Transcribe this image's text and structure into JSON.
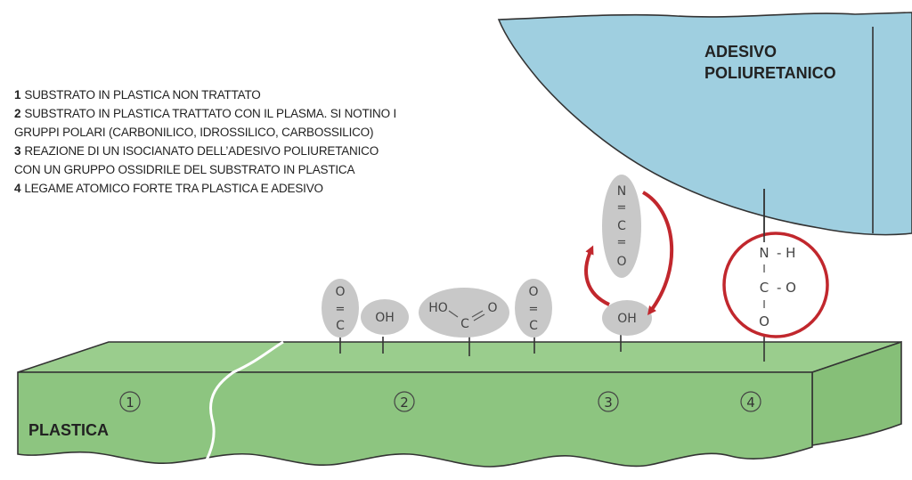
{
  "legend": [
    {
      "num": "1",
      "text": "SUBSTRATO IN PLASTICA NON TRATTATO"
    },
    {
      "num": "2",
      "text": "SUBSTRATO IN PLASTICA TRATTATO CON IL PLASMA. SI NOTINO I"
    },
    {
      "num": "",
      "text": "GRUPPI POLARI (CARBONILICO, IDROSSILICO, CARBOSSILICO)"
    },
    {
      "num": "3",
      "text": "REAZIONE DI UN ISOCIANATO DELL’ADESIVO POLIURETANICO"
    },
    {
      "num": "",
      "text": "CON UN GRUPPO OSSIDRILE DEL SUBSTRATO IN PLASTICA"
    },
    {
      "num": "4",
      "text": "LEGAME ATOMICO FORTE TRA PLASTICA E ADESIVO"
    }
  ],
  "adhesive": {
    "line1": "ADESIVO",
    "line2": "POLIURETANICO"
  },
  "plastic": {
    "label": "PLASTICA"
  },
  "zones": [
    "1",
    "2",
    "3",
    "4"
  ],
  "groups": {
    "carbonyl_1": {
      "top": "O",
      "bond": "=",
      "bottom": "C"
    },
    "hydroxyl_1": {
      "text": "OH"
    },
    "carboxyl": {
      "left": "HO",
      "center": "C",
      "right": "O"
    },
    "carbonyl_2": {
      "top": "O",
      "bond": "=",
      "bottom": "C"
    },
    "hydroxyl_2": {
      "text": "OH"
    },
    "isocyanate": {
      "n": "N",
      "b1": "=",
      "c": "C",
      "b2": "=",
      "o": "O"
    },
    "urethane": {
      "n": "N",
      "h": "- H",
      "v1": "I",
      "c": "C",
      "co": "- O",
      "v2": "I",
      "o": "O"
    }
  },
  "colors": {
    "plastic_top": "#9acd8d",
    "plastic_front": "#8dc580",
    "adhesive": "#9fcfe0",
    "ellipse": "#c8c8c8",
    "arrow": "#c1272d",
    "outline": "#333333"
  }
}
